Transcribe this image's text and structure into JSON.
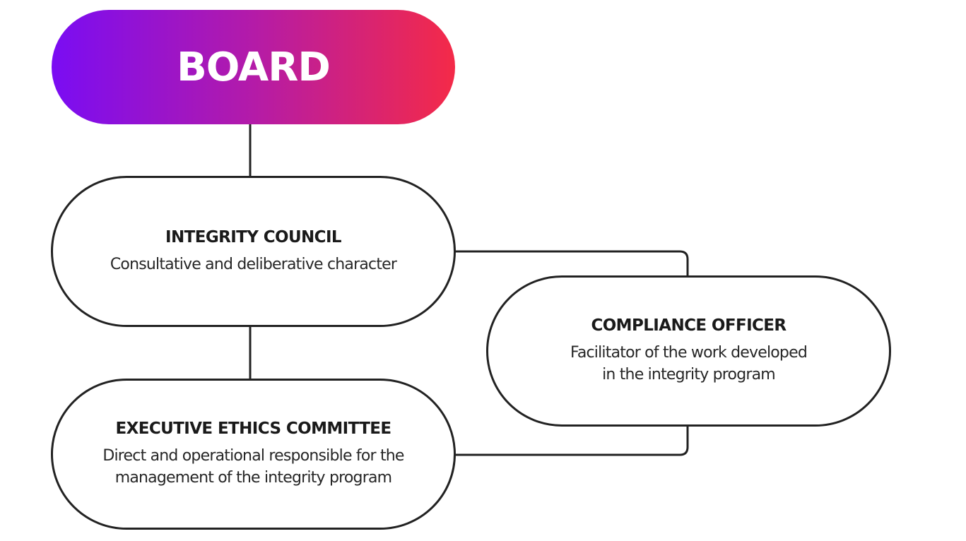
{
  "diagram": {
    "board": {
      "title": "BOARD",
      "gradient_colors": [
        "#7a0cf3",
        "#b41ba8",
        "#f42a48"
      ]
    },
    "integrity_council": {
      "title": "INTEGRITY COUNCIL",
      "description_lines": [
        "Consultative and deliberative character"
      ]
    },
    "compliance_officer": {
      "title": "COMPLIANCE OFFICER",
      "description_lines": [
        "Facilitator of the work developed",
        "in the integrity program"
      ]
    },
    "executive_ethics_committee": {
      "title": "EXECUTIVE ETHICS COMMITTEE",
      "description_lines": [
        "Direct and operational responsible for the",
        "management of the integrity program"
      ]
    },
    "connections": [
      {
        "from": "BOARD",
        "to": "INTEGRITY COUNCIL"
      },
      {
        "from": "INTEGRITY COUNCIL",
        "to": "EXECUTIVE ETHICS COMMITTEE"
      },
      {
        "from": "INTEGRITY COUNCIL",
        "to": "COMPLIANCE OFFICER"
      },
      {
        "from": "EXECUTIVE ETHICS COMMITTEE",
        "to": "COMPLIANCE OFFICER"
      }
    ],
    "line_color": "#222222"
  }
}
